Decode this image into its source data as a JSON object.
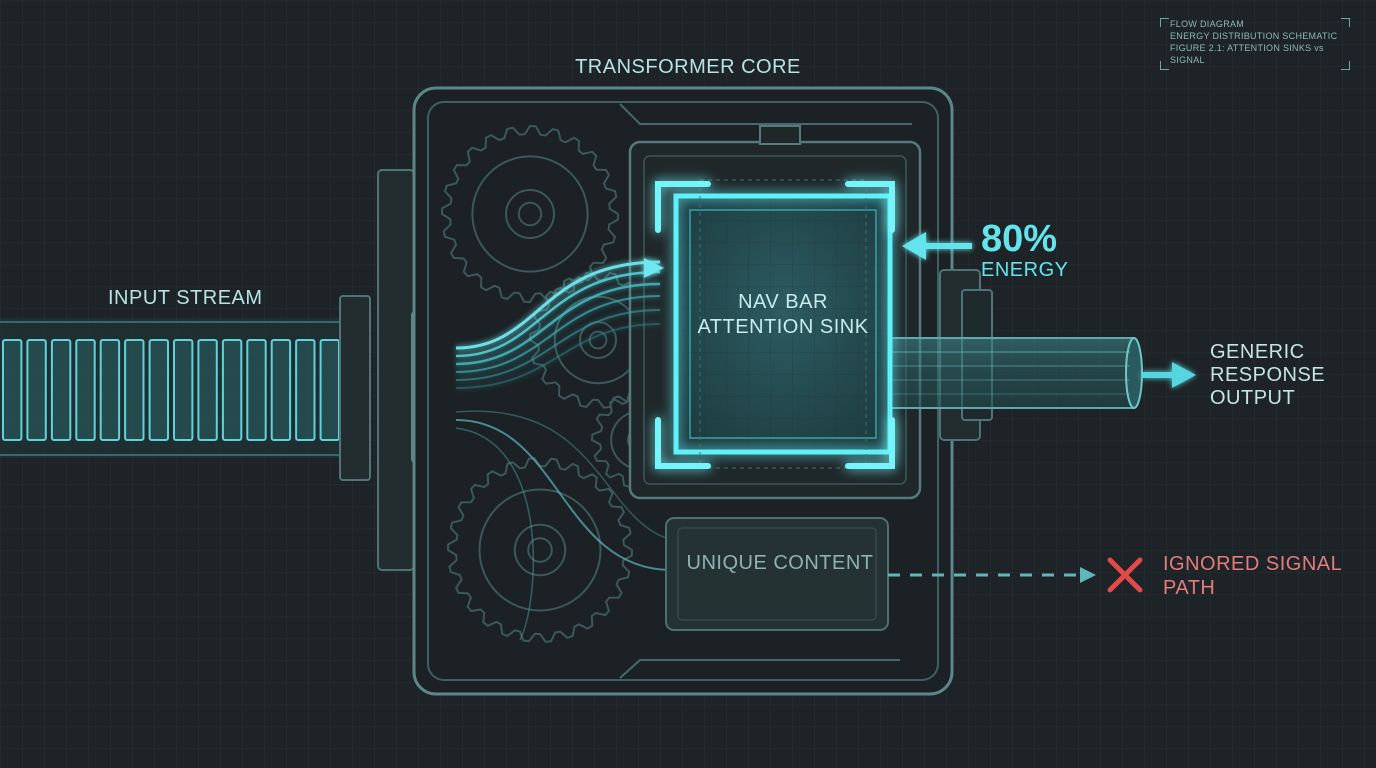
{
  "legend": {
    "lines": [
      "FLOW DIAGRAM",
      "ENERGY DISTRIBUTION SCHEMATIC",
      "FIGURE 2.1: ATTENTION SINKS vs SIGNAL"
    ]
  },
  "core": {
    "title": "TRANSFORMER CORE"
  },
  "input": {
    "label": "INPUT STREAM",
    "segment_count": 14
  },
  "sink": {
    "label": "NAV BAR ATTENTION SINK"
  },
  "energy": {
    "percent": "80%",
    "label": "ENERGY"
  },
  "unique": {
    "label": "UNIQUE CONTENT"
  },
  "output": {
    "label": "GENERIC RESPONSE OUTPUT"
  },
  "ignored": {
    "label": "IGNORED SIGNAL PATH"
  },
  "colors": {
    "background": "#1d2326",
    "grid": "#2c3538",
    "accent": "#4fe0ea",
    "frame": "#5a7d80",
    "label": "#b7e3e2",
    "error": "#e24a4a",
    "error_text": "#e27d7d"
  },
  "icons": {
    "blocked": "x-mark-icon",
    "flow_arrow": "arrow-right-icon",
    "inflow_arrow": "arrow-left-icon"
  }
}
